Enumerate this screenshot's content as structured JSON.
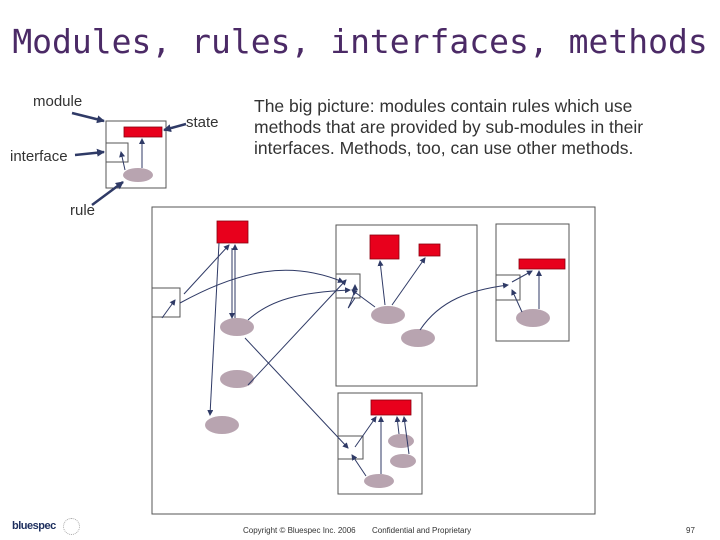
{
  "slide": {
    "title": "Modules, rules, interfaces, methods",
    "description": "The big picture: modules contain rules which use methods that are provided by sub-modules in their interfaces.  Methods, too, can use other methods."
  },
  "legend": {
    "module_label": "module",
    "state_label": "state",
    "interface_label": "interface",
    "rule_label": "rule"
  },
  "footer": {
    "logo_text": "bluespec",
    "copyright": "Copyright © Bluespec Inc. 2006",
    "confidential": "Confidential and Proprietary",
    "page_number": "97"
  },
  "colors": {
    "title": "#4b2a66",
    "state_fill": "#e8001c",
    "rule_fill": "#b8a4b0",
    "arrow": "#2f3a66",
    "box_stroke": "#555555"
  }
}
